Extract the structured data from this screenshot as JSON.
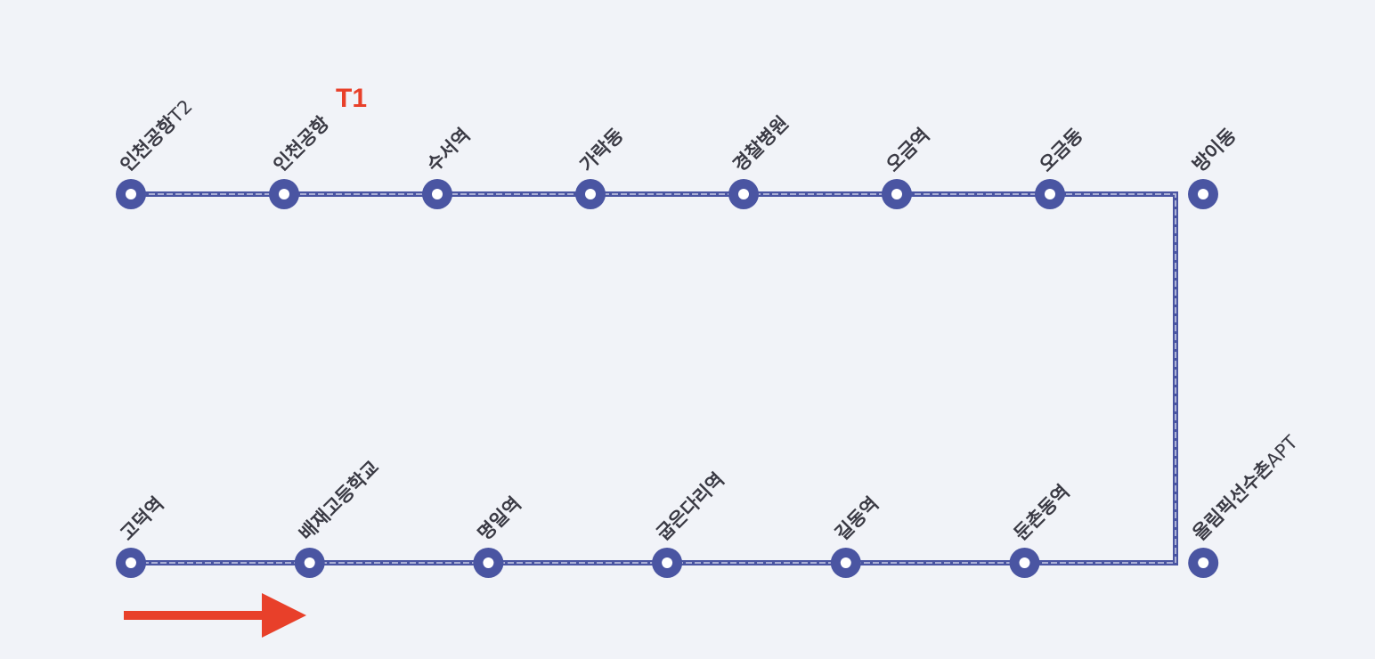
{
  "colors": {
    "background": "#f1f3f8",
    "line": "#4a55a2",
    "line_inner": "#c9cde6",
    "station_fill": "#ffffff",
    "label": "#3a3a44",
    "accent": "#e8402a"
  },
  "route": {
    "top_row": [
      {
        "name": "인천공항",
        "suffix": "T2"
      },
      {
        "name": "인천공항",
        "suffix": ""
      },
      {
        "name": "수서역",
        "suffix": ""
      },
      {
        "name": "가락동",
        "suffix": ""
      },
      {
        "name": "경찰병원",
        "suffix": ""
      },
      {
        "name": "오금역",
        "suffix": ""
      },
      {
        "name": "오금동",
        "suffix": ""
      },
      {
        "name": "방이동",
        "suffix": ""
      }
    ],
    "bottom_row": [
      {
        "name": "고덕역",
        "suffix": ""
      },
      {
        "name": "배재고등학교",
        "suffix": ""
      },
      {
        "name": "명일역",
        "suffix": ""
      },
      {
        "name": "굽은다리역",
        "suffix": ""
      },
      {
        "name": "길동역",
        "suffix": ""
      },
      {
        "name": "둔촌동역",
        "suffix": ""
      },
      {
        "name": "올림픽선수촌",
        "suffix": "APT"
      }
    ],
    "terminal_badge": "T1",
    "direction": "right"
  }
}
